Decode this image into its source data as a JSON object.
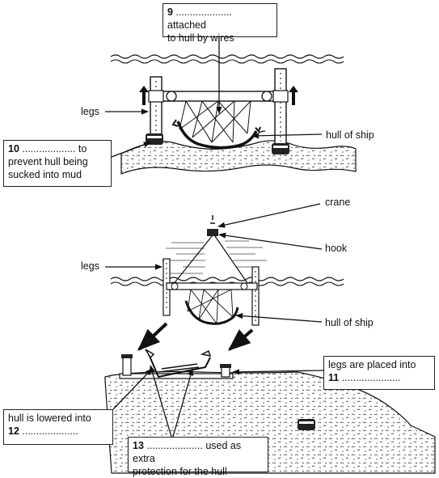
{
  "top_scene": {
    "box9": {
      "number": "9",
      "blank": "....................",
      "text_line1": "attached",
      "text_line2": "to hull by wires"
    },
    "box10": {
      "number": "10",
      "blank": "...................",
      "text_line1": "to",
      "text_line2": "prevent hull being",
      "text_line3": "sucked into mud"
    },
    "legs_label": "legs",
    "hull_label": "hull of ship"
  },
  "bottom_scene": {
    "crane_label": "crane",
    "hook_label": "hook",
    "legs_label": "legs",
    "hull_label": "hull of ship",
    "box11": {
      "text_line1": "legs are placed into",
      "number": "11",
      "blank": "....................."
    },
    "box12": {
      "text_line1": "hull is lowered into",
      "number": "12",
      "blank": "...................."
    },
    "box13": {
      "number": "13",
      "blank": "....................",
      "text_line1": "used as extra",
      "text_line2": "protection for the hull"
    }
  }
}
